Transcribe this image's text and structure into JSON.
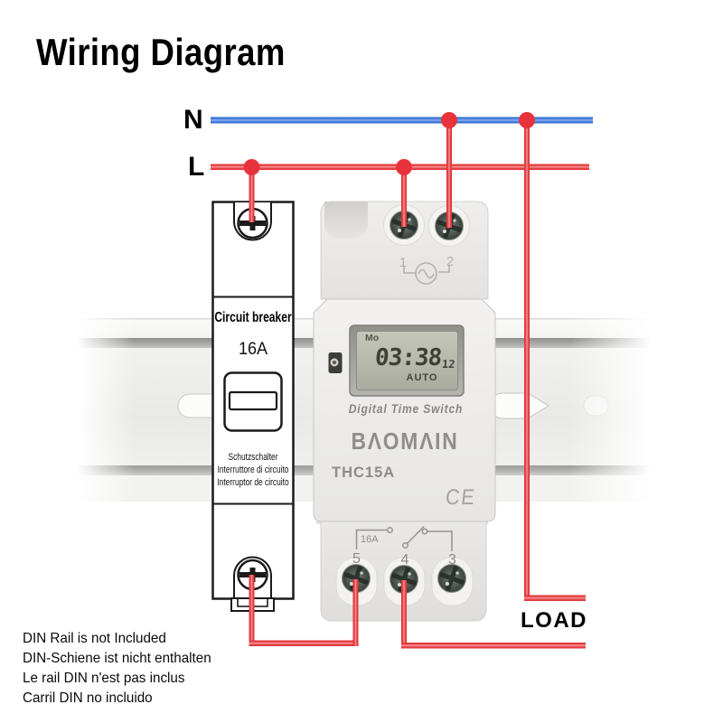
{
  "title": "Wiring Diagram",
  "wires": {
    "neutral_label": "N",
    "live_label": "L",
    "load_label": "LOAD",
    "neutral_color": "#3b74d8",
    "live_color": "#e8333b"
  },
  "breaker": {
    "name": "Circuit breaker",
    "rating": "16A",
    "languages": [
      "Schutzschalter",
      "Interruttore di circuito",
      "Interruptor de circuito"
    ]
  },
  "timer": {
    "brand": "BΛOMΛIN",
    "model": "THC15A",
    "product_type": "Digital Time Switch",
    "certification": "CE",
    "display": {
      "day": "Mo",
      "time": "03:38",
      "seconds": "12",
      "mode": "AUTO"
    },
    "terminals_top": [
      "1",
      "2"
    ],
    "terminals_bottom": [
      "5",
      "4",
      "3"
    ],
    "relay_rating": "16A"
  },
  "footer_lines": [
    "DIN Rail is not Included",
    "DIN-Schiene ist nicht enthalten",
    "Le rail DIN n'est pas inclus",
    "Carril DIN no incluido"
  ]
}
